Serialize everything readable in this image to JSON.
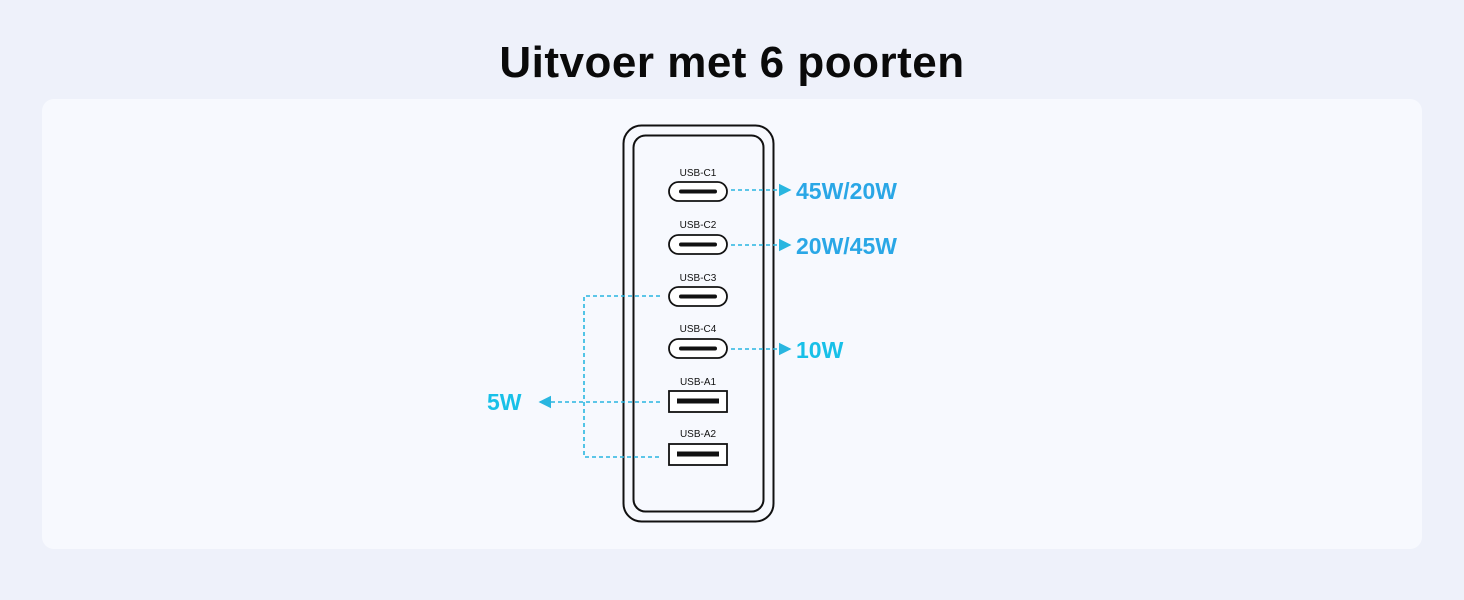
{
  "title": "Uitvoer met 6 poorten",
  "colors": {
    "background": "#eef1fa",
    "card": "#f7f9fe",
    "charger_outline": "#111111",
    "connector_dash": "#29b6e0",
    "watt_text_blue": "#2aa7e6",
    "watt_text_cyan": "#18c0e8"
  },
  "ports": [
    {
      "label": "USB-C1",
      "kind": "usb-c"
    },
    {
      "label": "USB-C2",
      "kind": "usb-c"
    },
    {
      "label": "USB-C3",
      "kind": "usb-c"
    },
    {
      "label": "USB-C4",
      "kind": "usb-c"
    },
    {
      "label": "USB-A1",
      "kind": "usb-a"
    },
    {
      "label": "USB-A2",
      "kind": "usb-a"
    }
  ],
  "outputs": {
    "c1": "45W/20W",
    "c2": "20W/45W",
    "c4": "10W",
    "shared_c3_a1_a2": "5W"
  }
}
